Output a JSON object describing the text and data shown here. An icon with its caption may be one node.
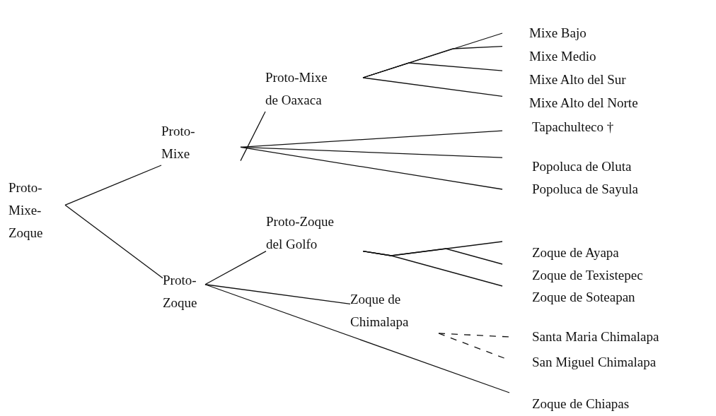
{
  "diagram": {
    "nodes": [
      {
        "text": [
          "Proto-Mixe-Zoque"
        ]
      },
      {
        "text": [
          "Proto-Mixe"
        ]
      },
      {
        "text": [
          "Proto-Zoque"
        ]
      },
      {
        "text": [
          "Proto-Mixe de Oaxaca"
        ]
      },
      {
        "text": [
          "Mixe Bajo"
        ]
      },
      {
        "text": [
          "Mixe Medio"
        ]
      },
      {
        "text": [
          "Mixe Alto del Sur"
        ]
      },
      {
        "text": [
          "Mixe Alto del Norte"
        ]
      },
      {
        "text": [
          "Tapachulteco †"
        ]
      },
      {
        "text": [
          "Popoluca de Oluta"
        ]
      },
      {
        "text": [
          "Popoluca de Sayula"
        ]
      },
      {
        "text": [
          "Proto-Zoque del Golfo"
        ]
      },
      {
        "text": [
          "Zoque de Ayapa"
        ]
      },
      {
        "text": [
          "Zoque de Texistepec"
        ]
      },
      {
        "text": [
          "Zoque de Soteapan"
        ]
      },
      {
        "text": [
          "Zoque de Chimalapa"
        ]
      },
      {
        "text": [
          "Santa Maria Chimalapa"
        ]
      },
      {
        "text": [
          "San Miguel Chimalapa"
        ]
      },
      {
        "text": [
          "Zoque de Chiapas"
        ]
      }
    ],
    "edges": [
      {
        "from": 0,
        "to": 1,
        "arrow": "none"
      },
      {
        "from": 0,
        "to": 2,
        "arrow": "none"
      },
      {
        "from": 1,
        "to": 3,
        "arrow": "none"
      },
      {
        "from": 3,
        "to": 4,
        "arrow": "none"
      },
      {
        "from": 3,
        "to": 5,
        "arrow": "none"
      },
      {
        "from": 3,
        "to": 6,
        "arrow": "none"
      },
      {
        "from": 3,
        "to": 7,
        "arrow": "none"
      },
      {
        "from": 1,
        "to": 8,
        "arrow": "none"
      },
      {
        "from": 1,
        "to": 9,
        "arrow": "none"
      },
      {
        "from": 1,
        "to": 10,
        "arrow": "none"
      },
      {
        "from": 2,
        "to": 11,
        "arrow": "none"
      },
      {
        "from": 2,
        "to": 15,
        "arrow": "none"
      },
      {
        "from": 2,
        "to": 18,
        "arrow": "none"
      },
      {
        "from": 11,
        "to": 12,
        "arrow": "none"
      },
      {
        "from": 11,
        "to": 13,
        "arrow": "none"
      },
      {
        "from": 11,
        "to": 14,
        "arrow": "none"
      },
      {
        "from": 15,
        "to": 16,
        "arrow": "none",
        "style": "dashed"
      },
      {
        "from": 15,
        "to": 17,
        "arrow": "none",
        "style": "dashed"
      }
    ]
  }
}
